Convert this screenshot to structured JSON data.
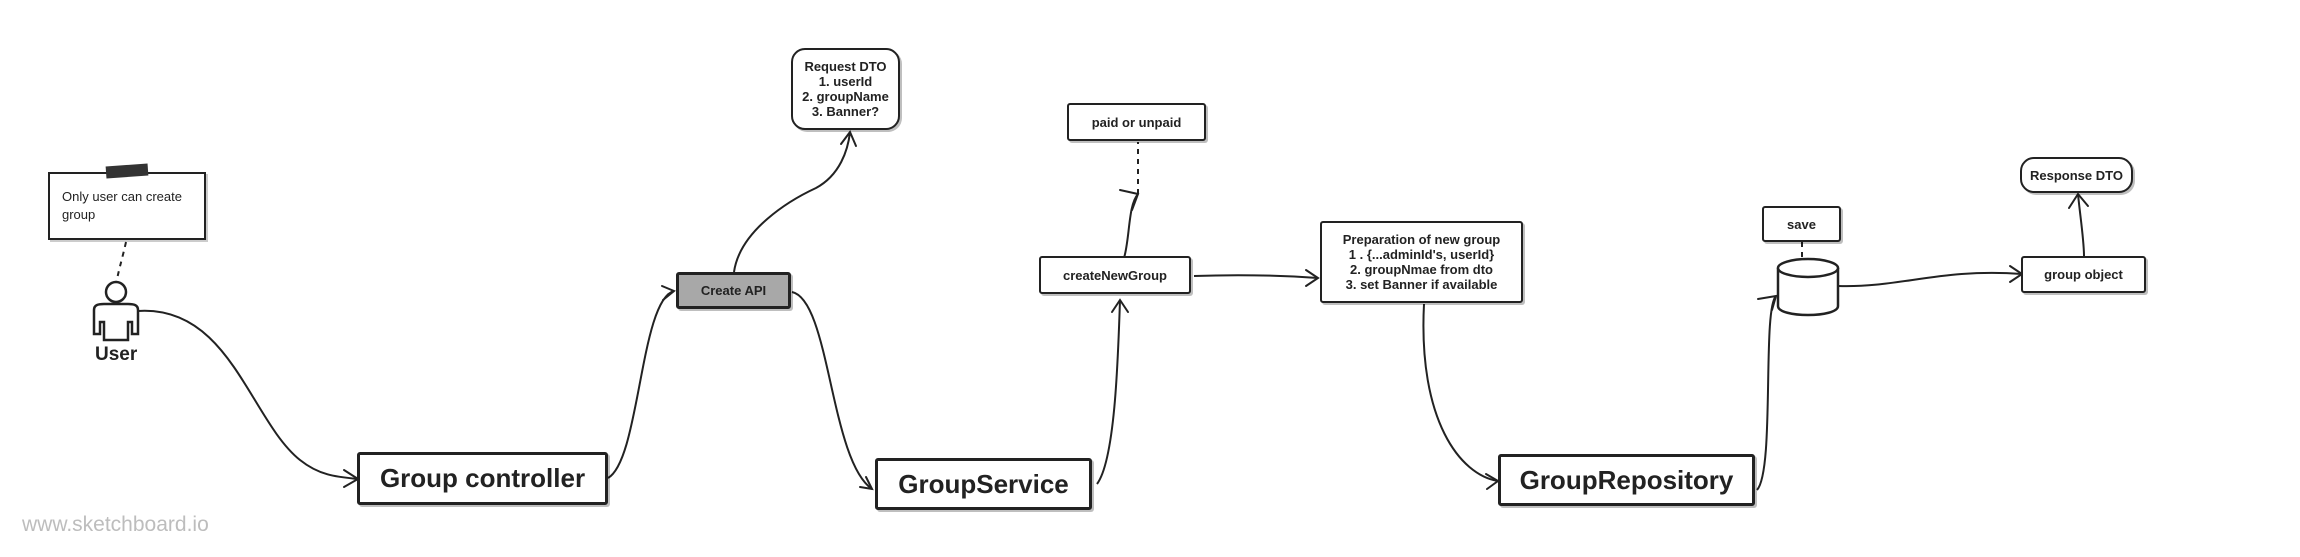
{
  "actor": {
    "label": "User",
    "icon": "user-icon"
  },
  "note": {
    "text": "Only user can create group"
  },
  "nodes": {
    "group_controller": "Group controller",
    "create_api": "Create API",
    "request_dto": [
      "Request DTO",
      "1. userId",
      "2. groupName",
      "3. Banner?"
    ],
    "group_service": "GroupService",
    "create_new_group": "createNewGroup",
    "paid_or_unpaid": "paid or unpaid",
    "preparation": [
      "Preparation of new group",
      "1 . {...adminId's, userId}",
      "2. groupNmae from dto",
      "3. set Banner if available"
    ],
    "group_repository": "GroupRepository",
    "save": "save",
    "group_object": "group object",
    "response_dto": "Response DTO"
  },
  "database": {
    "icon": "database-icon"
  },
  "watermark": "www.sketchboard.io",
  "colors": {
    "stroke": "#222222",
    "api_fill": "#a8a8a8",
    "watermark": "#bdbdbd"
  }
}
